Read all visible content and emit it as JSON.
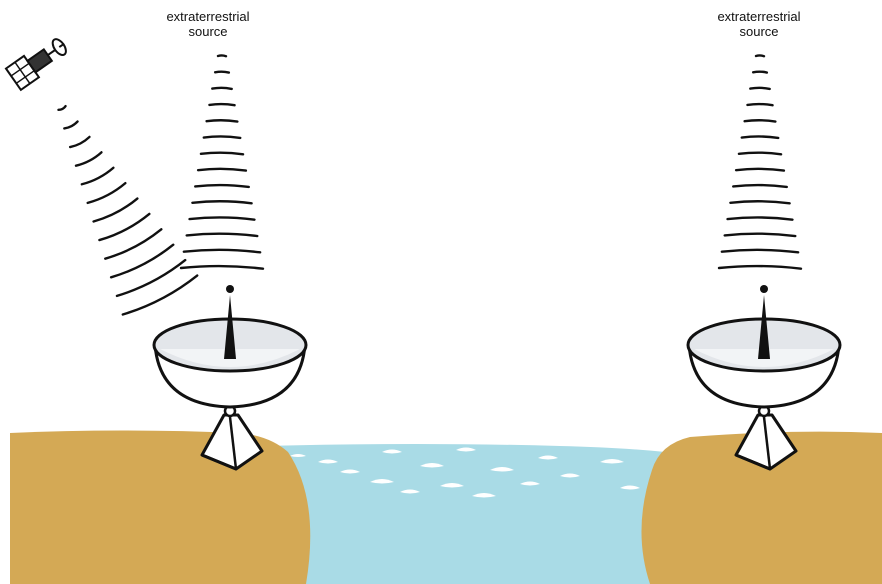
{
  "labels": {
    "left_source_line1": "extraterrestrial",
    "left_source_line2": "source",
    "right_source_line1": "extraterrestrial",
    "right_source_line2": "source"
  },
  "colors": {
    "land": "#d4a955",
    "water": "#a9dbe6",
    "wave_crest": "#ffffff",
    "dish_inner": "#e3e6ea",
    "outline": "#111111"
  },
  "icons": {
    "satellite": "satellite-icon",
    "dish": "radio-telescope-dish-icon"
  }
}
